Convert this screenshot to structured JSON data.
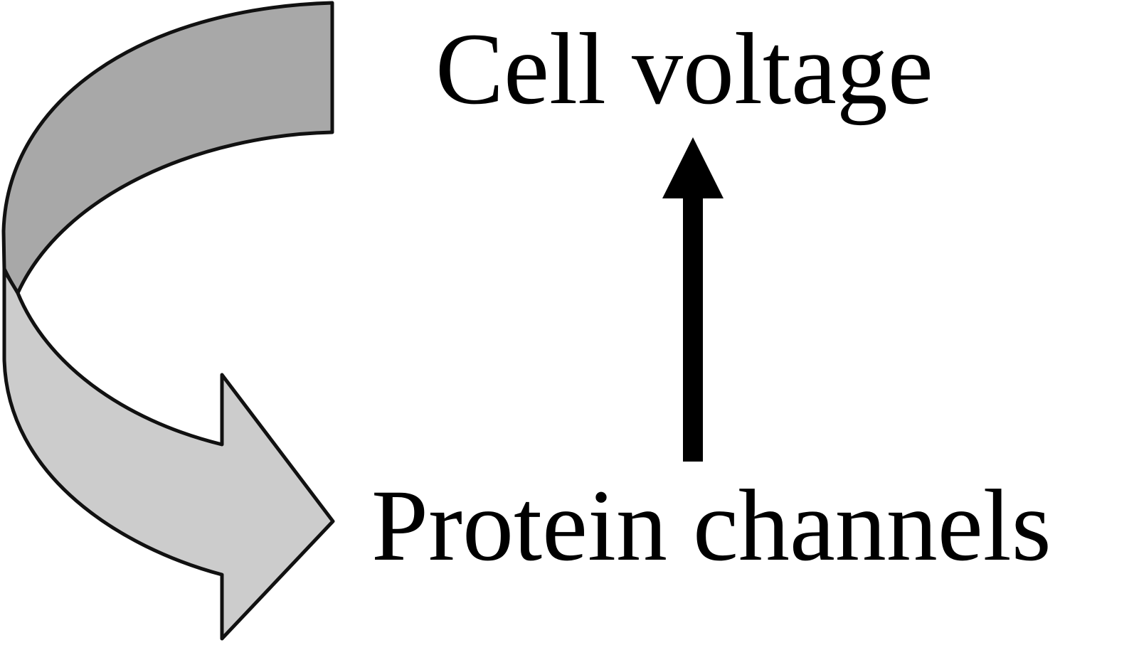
{
  "nodes": {
    "top": {
      "label": "Cell voltage"
    },
    "bottom": {
      "label": "Protein channels"
    }
  },
  "arrows": [
    {
      "name": "up-arrow",
      "from": "bottom",
      "to": "top",
      "color": "#000000"
    },
    {
      "name": "curved-feedback-arrow",
      "from": "top",
      "to": "bottom",
      "color_back": "#a8a8a8",
      "color_front": "#cccccc",
      "outline": "#111111"
    }
  ]
}
